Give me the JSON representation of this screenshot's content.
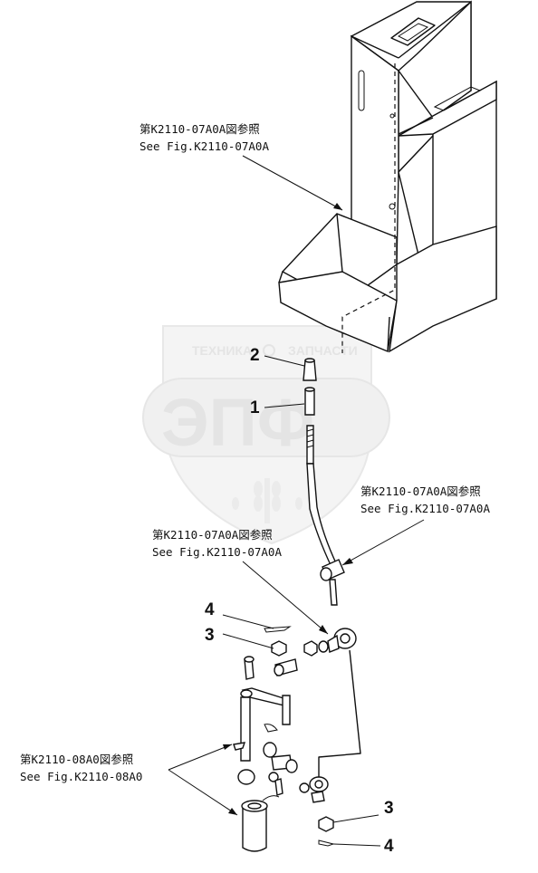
{
  "watermark": {
    "top_text_left": "ТЕХНИКА",
    "top_text_right": "ЗАПЧАСТИ",
    "big_letters": "ЭПФ"
  },
  "references": [
    {
      "jp": "第K2110-07A0A図参照",
      "en": "See Fig.K2110-07A0A"
    },
    {
      "jp": "第K2110-07A0A図参照",
      "en": "See Fig.K2110-07A0A"
    },
    {
      "jp": "第K2110-07A0A図参照",
      "en": "See Fig.K2110-07A0A"
    },
    {
      "jp": "第K2110-08A0図参照",
      "en": "See Fig.K2110-08A0"
    }
  ],
  "callouts": [
    "2",
    "1",
    "4",
    "3",
    "3",
    "4"
  ]
}
